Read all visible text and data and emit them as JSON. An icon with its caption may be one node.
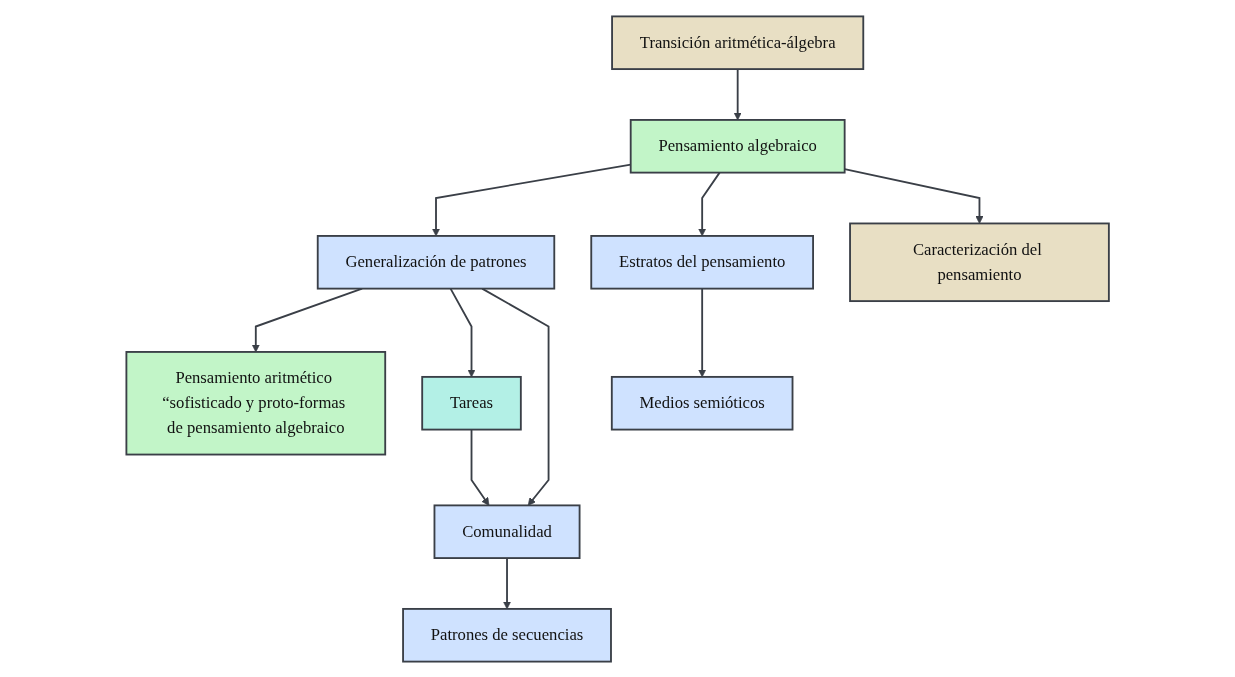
{
  "diagram": {
    "nodes": [
      {
        "text": [
          "Pensamiento aritmético “sofisticado y proto-formas de pensamiento algebraico"
        ]
      },
      {
        "text": [
          "Transición aritmética-álgebra"
        ]
      },
      {
        "text": [
          "Generalización de patrones"
        ]
      },
      {
        "text": [
          "Pensamiento algebraico"
        ]
      },
      {
        "text": [
          "Estratos del pensamiento"
        ]
      },
      {
        "text": [
          "Tareas"
        ]
      },
      {
        "text": [
          "Comunalidad"
        ]
      },
      {
        "text": [
          "Caracterización del pensamiento"
        ]
      },
      {
        "text": [
          "Medios semióticos"
        ]
      },
      {
        "text": [
          "Patrones de secuencias"
        ]
      }
    ],
    "edges": [
      {
        "from": 1,
        "to": 3,
        "arrow": "to"
      },
      {
        "from": 3,
        "to": 2,
        "arrow": "to"
      },
      {
        "from": 3,
        "to": 4,
        "arrow": "to"
      },
      {
        "from": 3,
        "to": 7,
        "arrow": "to"
      },
      {
        "from": 2,
        "to": 0,
        "arrow": "to"
      },
      {
        "from": 2,
        "to": 5,
        "arrow": "to"
      },
      {
        "from": 2,
        "to": 6,
        "arrow": "to"
      },
      {
        "from": 5,
        "to": 6,
        "arrow": "to"
      },
      {
        "from": 4,
        "to": 8,
        "arrow": "to"
      },
      {
        "from": 6,
        "to": 9,
        "arrow": "to"
      }
    ]
  }
}
